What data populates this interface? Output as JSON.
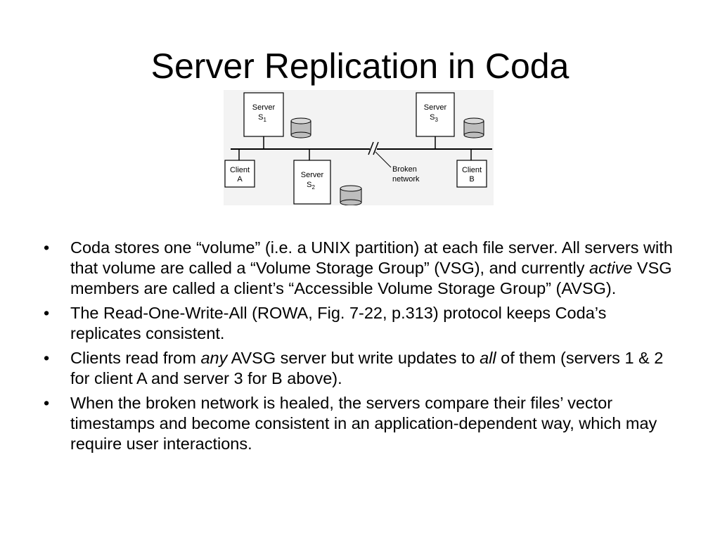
{
  "title": "Server Replication in Coda",
  "diagram": {
    "server_s1": {
      "label": "Server",
      "sub_base": "S",
      "sub_index": "1"
    },
    "server_s3": {
      "label": "Server",
      "sub_base": "S",
      "sub_index": "3"
    },
    "server_s2": {
      "label": "Server",
      "sub_base": "S",
      "sub_index": "2"
    },
    "client_a": {
      "label": "Client",
      "name": "A"
    },
    "client_b": {
      "label": "Client",
      "name": "B"
    },
    "broken_label_1": "Broken",
    "broken_label_2": "network"
  },
  "bullets": [
    {
      "pre": "Coda stores one “volume” (i.e. a UNIX partition) at each file server. All servers with that volume are called a “Volume Storage Group” (VSG), and currently ",
      "em": "active",
      "post": " VSG members are called a client’s “Accessible Volume Storage Group” (AVSG)."
    },
    {
      "text": "The Read-One-Write-All (ROWA, Fig. 7-22, p.313) protocol keeps Coda’s replicates consistent."
    },
    {
      "pre": "Clients read from ",
      "em1": "any",
      "mid": " AVSG server but write updates to ",
      "em2": "all",
      "post": " of them (servers 1 & 2 for client A and server 3 for B above)."
    },
    {
      "text": "When the broken network is healed, the servers compare their files’ vector timestamps and become consistent in an application-dependent way, which may require user interactions."
    }
  ]
}
